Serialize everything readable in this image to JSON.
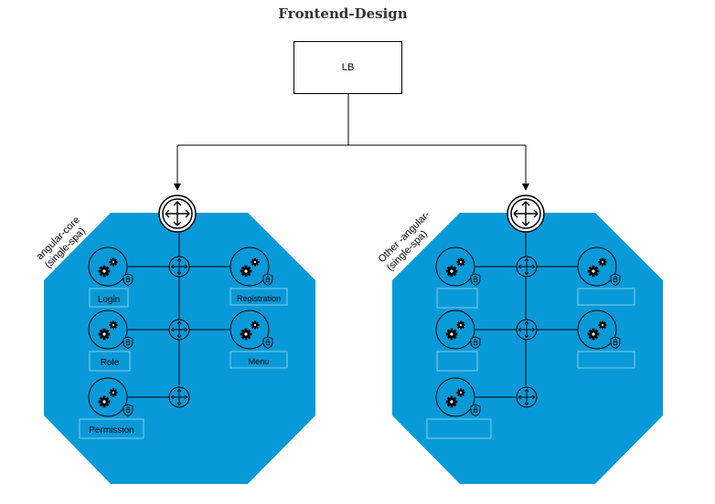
{
  "title": "Frontend-Design",
  "load_balancer": {
    "label": "LB"
  },
  "clusters": [
    {
      "name": "angular-core\n(single-spa)",
      "name_lines": [
        "angular-core",
        "(single-spa)"
      ],
      "services": [
        {
          "label": "Login"
        },
        {
          "label": "Registration"
        },
        {
          "label": "Role"
        },
        {
          "label": "Menu"
        },
        {
          "label": "Permission"
        }
      ]
    },
    {
      "name": "Other -angular-\n(single-spa)",
      "name_lines": [
        "Other -angular-",
        "(single-spa)"
      ],
      "services": [
        {
          "label": ""
        },
        {
          "label": ""
        },
        {
          "label": ""
        },
        {
          "label": ""
        },
        {
          "label": ""
        }
      ]
    }
  ],
  "colors": {
    "octagon": "#089ad8",
    "label_border": "#7fcde8",
    "line": "#000000"
  }
}
